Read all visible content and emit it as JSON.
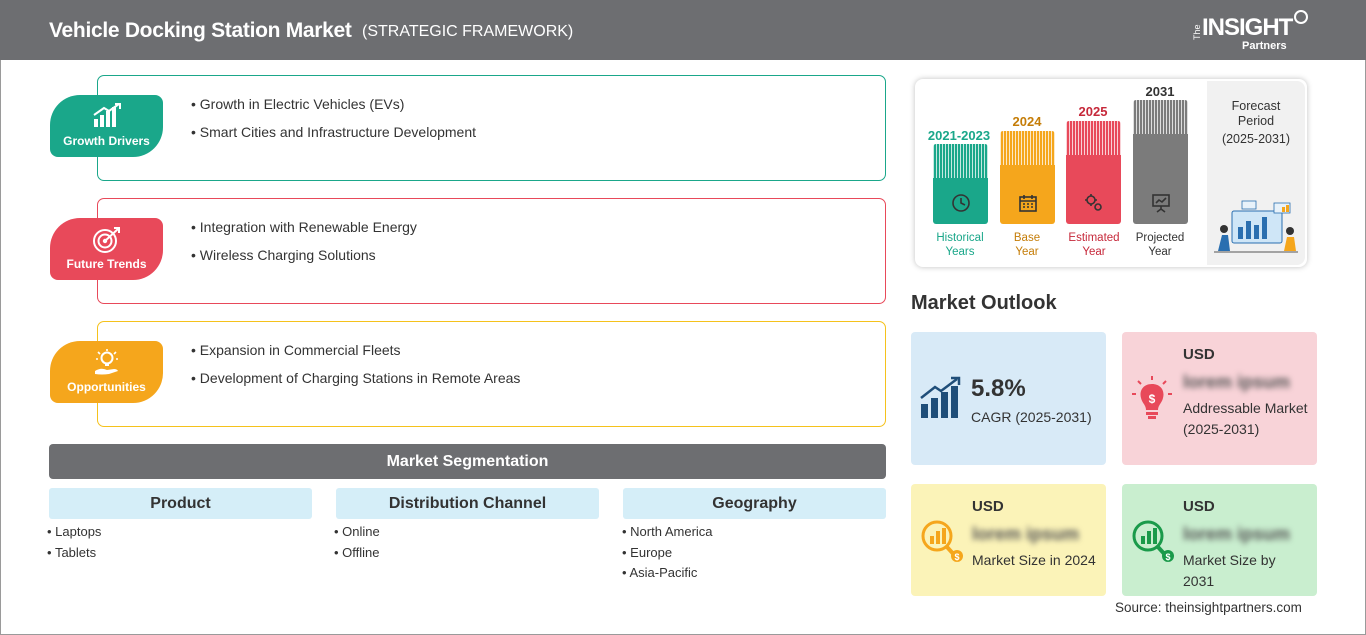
{
  "header": {
    "title": "Vehicle Docking Station Market",
    "subtitle": "(STRATEGIC FRAMEWORK)",
    "logo": {
      "the": "The",
      "insight": "INSIGHT",
      "partners": "Partners"
    }
  },
  "categories": [
    {
      "label": "Growth Drivers",
      "color": "#1aa78a",
      "icon": "growth-chart-icon",
      "items": [
        "Growth in Electric Vehicles (EVs)",
        "Smart Cities and Infrastructure Development"
      ]
    },
    {
      "label": "Future Trends",
      "color": "#e8495a",
      "icon": "target-icon",
      "items": [
        "Integration with Renewable Energy",
        "Wireless Charging Solutions"
      ]
    },
    {
      "label": "Opportunities",
      "color": "#f5a61c",
      "icon": "lightbulb-hand-icon",
      "items": [
        "Expansion in Commercial Fleets",
        "Development of Charging Stations in Remote Areas"
      ]
    }
  ],
  "segmentation": {
    "title": "Market Segmentation",
    "columns": [
      {
        "heading": "Product",
        "items": [
          "Laptops",
          "Tablets"
        ]
      },
      {
        "heading": "Distribution Channel",
        "items": [
          "Online",
          "Offline"
        ]
      },
      {
        "heading": "Geography",
        "items": [
          "North America",
          "Europe",
          "Asia-Pacific"
        ]
      }
    ]
  },
  "timeline": {
    "bars": [
      {
        "year": "2021-2023",
        "label_1": "Historical",
        "label_2": "Years",
        "color": "#1aa78a",
        "icon": "history-clock-icon"
      },
      {
        "year": "2024",
        "label_1": "Base",
        "label_2": "Year",
        "color": "#f5a61c",
        "icon": "calendar-icon"
      },
      {
        "year": "2025",
        "label_1": "Estimated",
        "label_2": "Year",
        "color": "#e8495a",
        "icon": "estimate-gears-icon"
      },
      {
        "year": "2031",
        "label_1": "Projected",
        "label_2": "Year",
        "color": "#7b7b7b",
        "icon": "presentation-board-icon"
      }
    ],
    "forecast": {
      "title_1": "Forecast",
      "title_2": "Period",
      "period": "(2025-2031)"
    }
  },
  "outlook": {
    "title": "Market Outlook",
    "cagr": {
      "value": "5.8%",
      "label": "CAGR (2025-2031)",
      "color": "#d8eaf7"
    },
    "addressable": {
      "currency": "USD",
      "value": "lorem ipsum",
      "label": "Addressable Market (2025-2031)",
      "color": "#f8d3d8"
    },
    "size_2024": {
      "currency": "USD",
      "value": "lorem ipsum",
      "label": "Market Size in 2024",
      "color": "#fbf3b8"
    },
    "size_2031": {
      "currency": "USD",
      "value": "lorem ipsum",
      "label": "Market Size by 2031",
      "color": "#c9eecf"
    }
  },
  "source": "Source: theinsightpartners.com"
}
